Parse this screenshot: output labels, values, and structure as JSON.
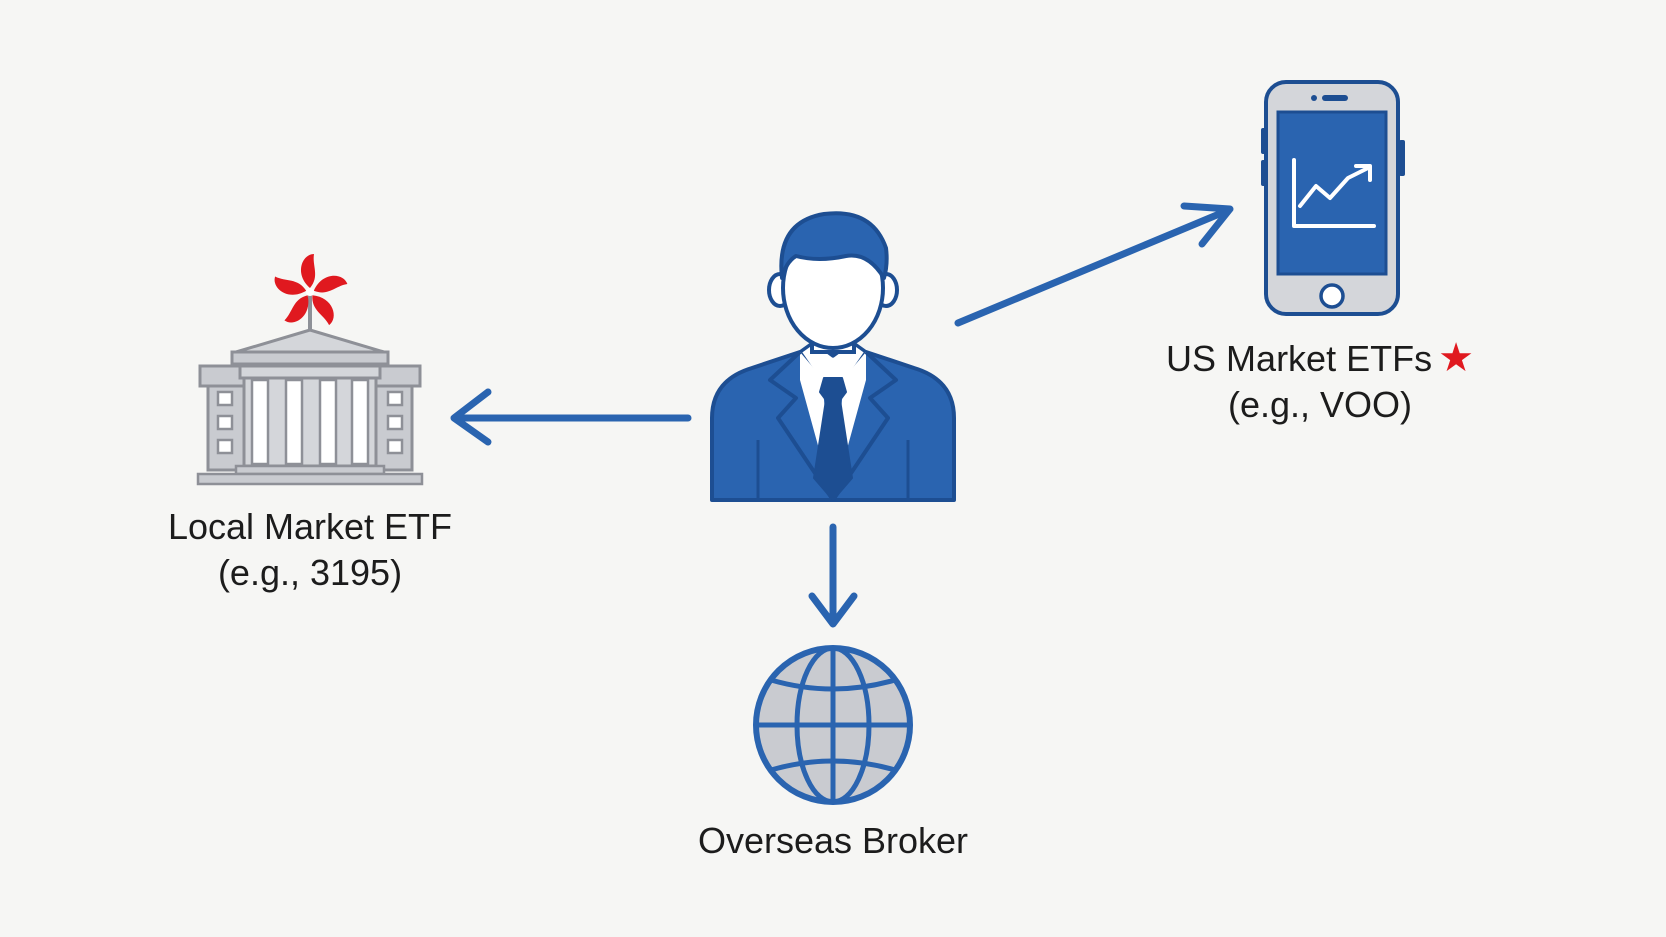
{
  "colors": {
    "background": "#f6f6f4",
    "primary_blue": "#2a64b0",
    "dark_blue": "#1d4e92",
    "accent_red": "#e0191f",
    "building_gray": "#c9cbd0",
    "text": "#1c1c1c"
  },
  "nodes": {
    "investor": {
      "icon": "businessman-icon"
    },
    "local_market": {
      "icon": "bank-building-icon",
      "badge_icon": "bauhinia-flower-icon",
      "title": "Local Market ETF",
      "example": "(e.g., 3195)"
    },
    "us_market": {
      "icon": "smartphone-chart-icon",
      "title": "US Market ETFs",
      "star": "★",
      "example": "(e.g., VOO)"
    },
    "broker": {
      "icon": "globe-icon",
      "title": "Overseas Broker"
    }
  },
  "edges": [
    {
      "from": "investor",
      "to": "local_market"
    },
    {
      "from": "investor",
      "to": "us_market"
    },
    {
      "from": "investor",
      "to": "broker"
    }
  ]
}
